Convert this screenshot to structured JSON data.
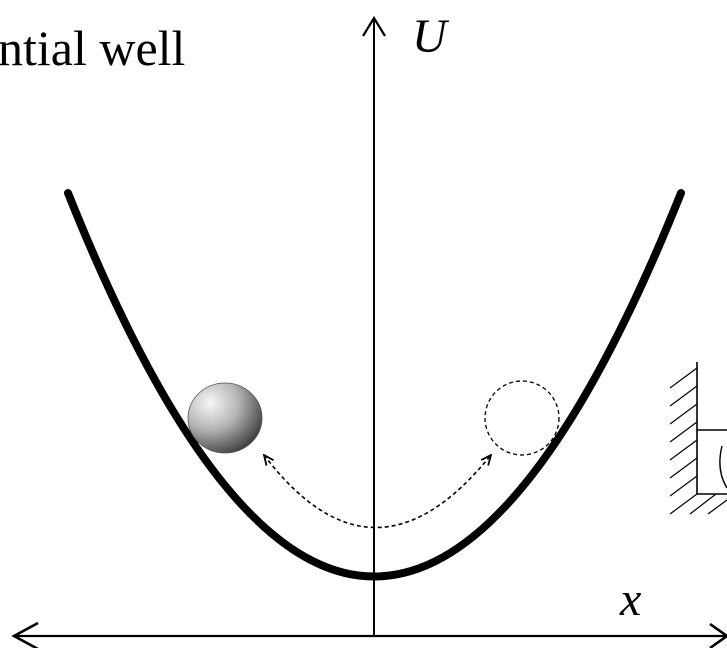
{
  "title_fragment": "ntial well",
  "axes": {
    "y_label": "U",
    "x_label": "x"
  },
  "colors": {
    "ink": "#000000",
    "background": "#ffffff",
    "ball_light": "#f4f4f4",
    "ball_dark": "#3a3a3a"
  },
  "icons": {
    "ball": "shaded-sphere",
    "ghost_ball": "dashed-circle",
    "motion_arrow": "dashed-double-arrow",
    "wall_spring": "hatched-wall-spring-fragment"
  }
}
